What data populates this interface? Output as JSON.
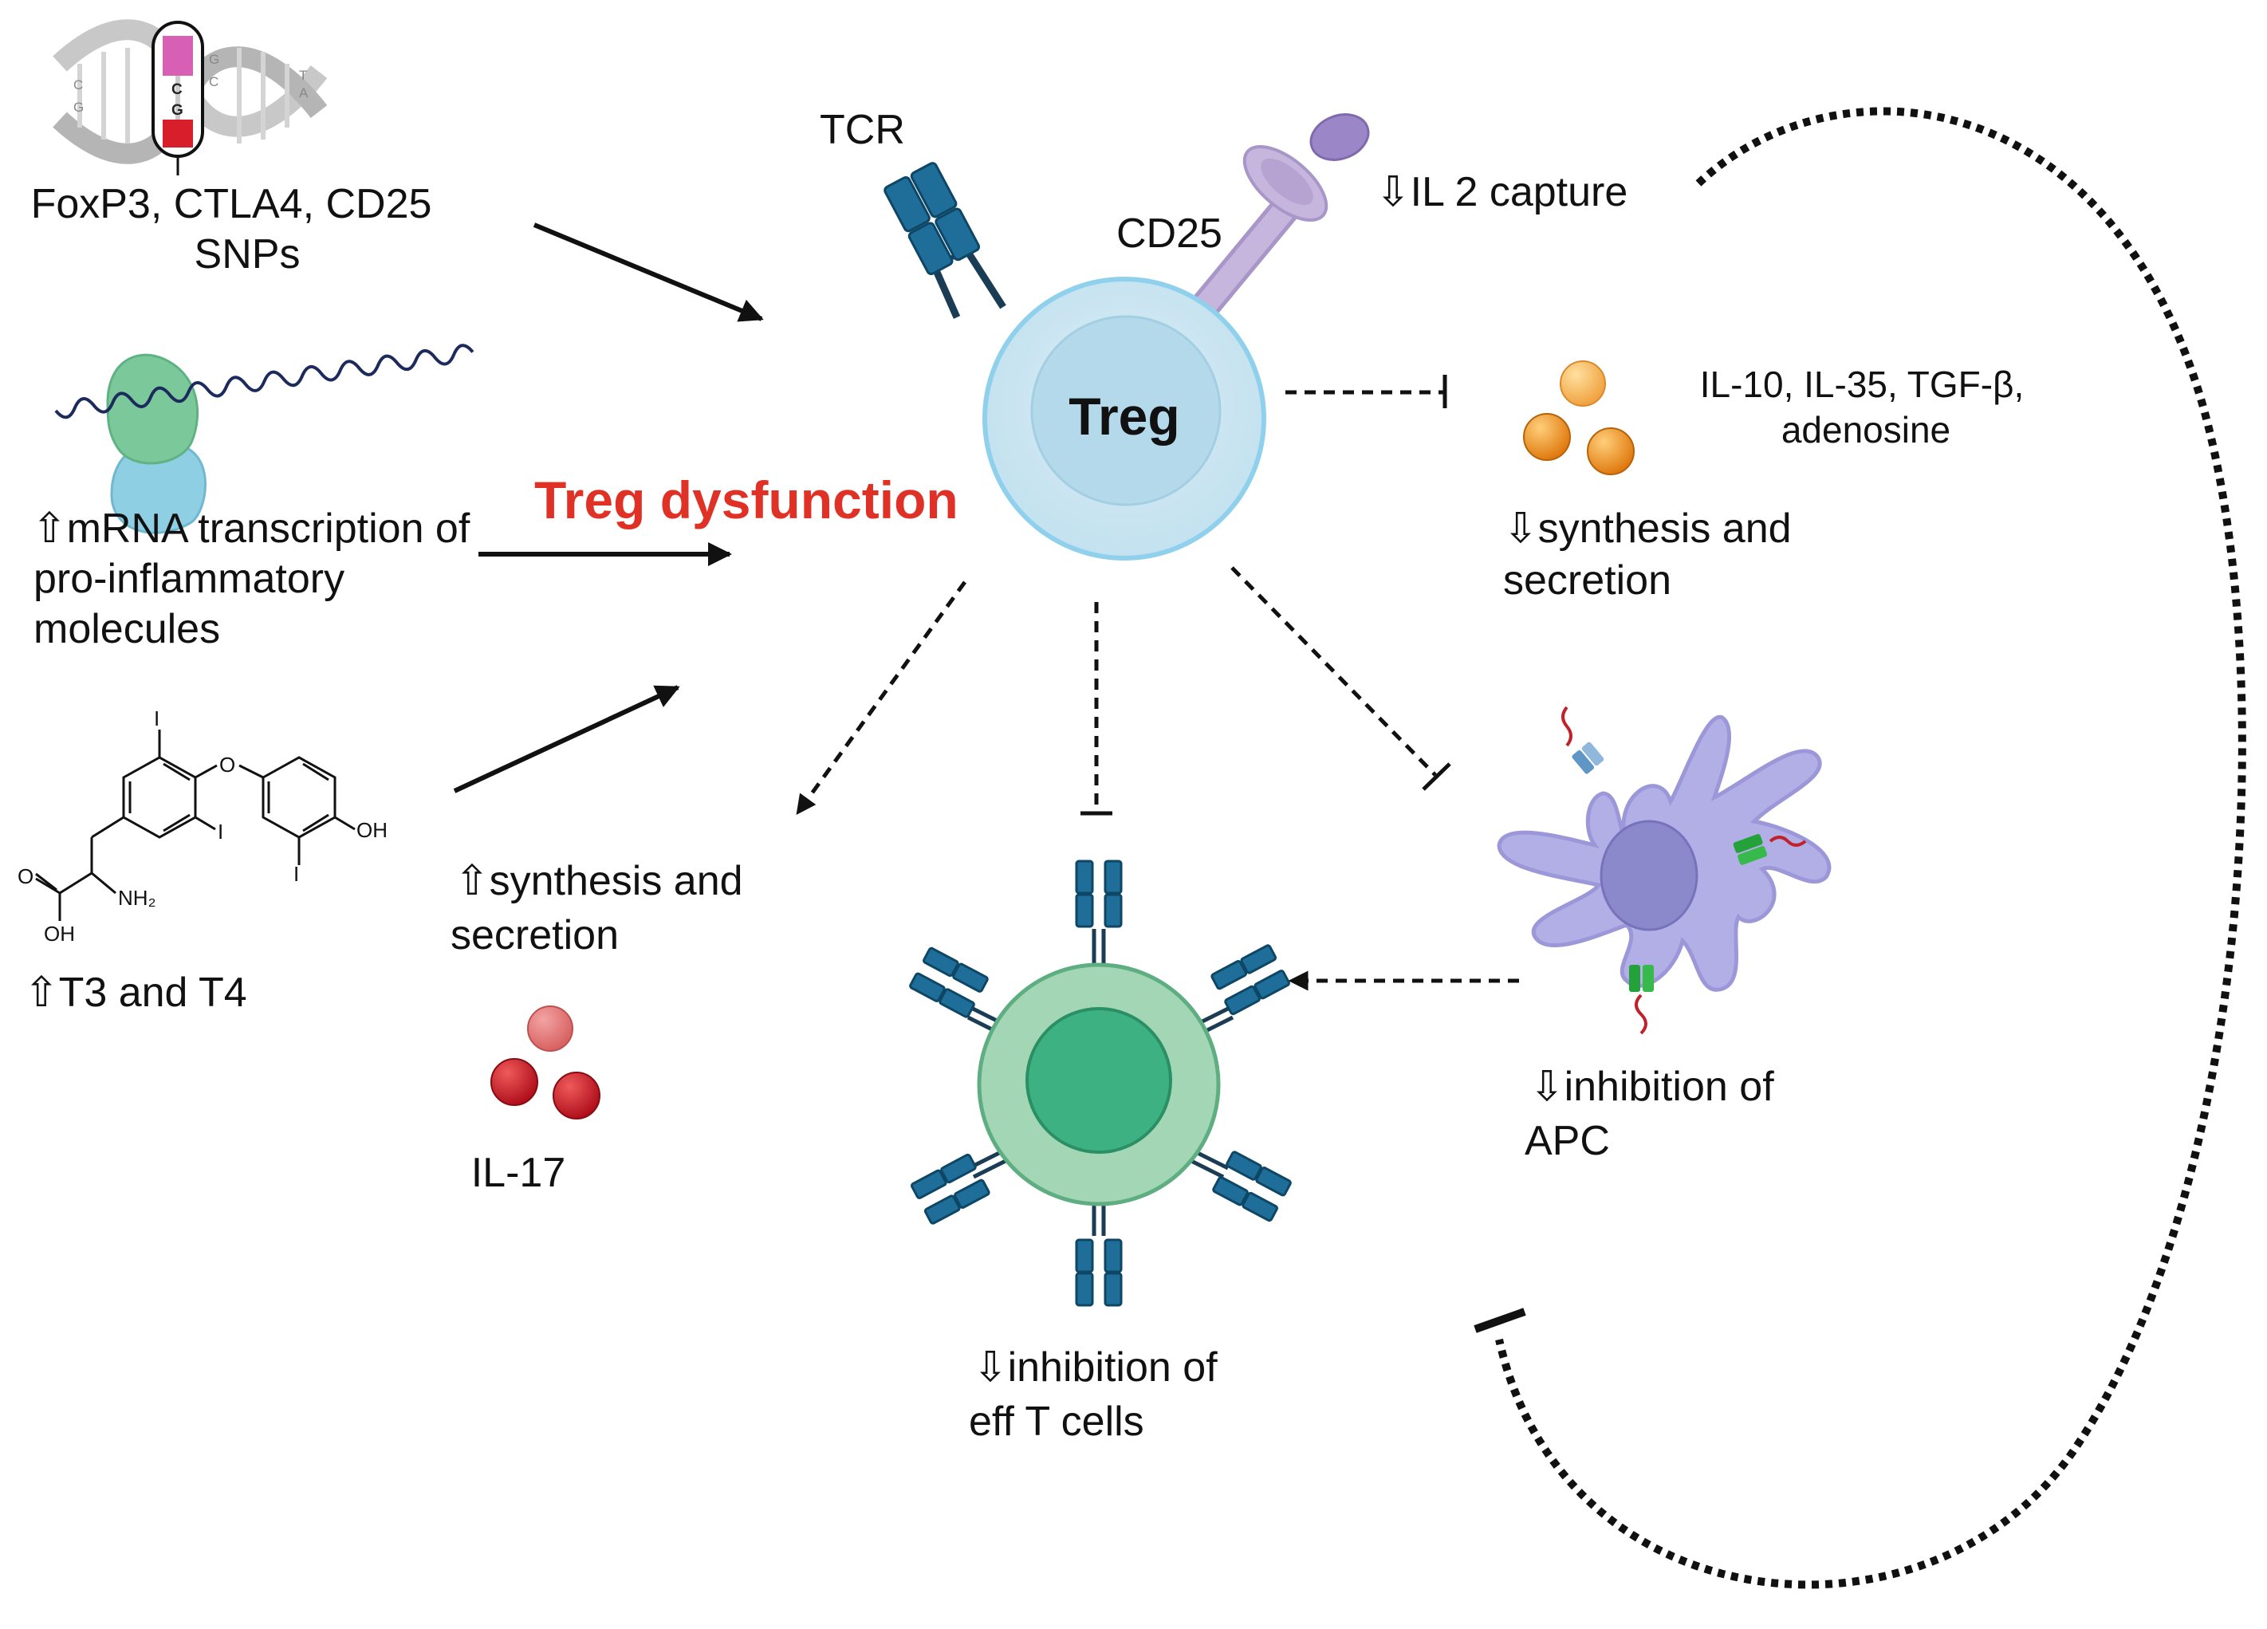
{
  "labels": {
    "snps_line1": "FoxP3, CTLA4, CD25",
    "snps_line2": "SNPs",
    "mrna_line1": "⇧mRNA transcription of",
    "mrna_line2": "pro-inflammatory",
    "mrna_line3": "molecules",
    "t3t4": "⇧T3 and T4",
    "treg_dysfunction": "Treg dysfunction",
    "tcr": "TCR",
    "cd25": "CD25",
    "treg": "Treg",
    "il2_capture": "⇩IL 2 capture",
    "cytokines_line1": "IL-10, IL-35, TGF-β,",
    "cytokines_line2": "adenosine",
    "down_synth_line1": "⇩synthesis and",
    "down_synth_line2": "secretion",
    "up_synth_line1": "⇧synthesis and",
    "up_synth_line2": "secretion",
    "il17": "IL-17",
    "inh_eff_line1": "⇩inhibition of",
    "inh_eff_line2": "eff T cells",
    "inh_apc_line1": "⇩inhibition of",
    "inh_apc_line2": "APC"
  },
  "dna_letters": [
    "C",
    "G",
    "G",
    "C",
    "C",
    "G",
    "T",
    "A"
  ],
  "molecule_labels": [
    "I",
    "I",
    "I",
    "O",
    "OH",
    "O",
    "OH",
    "NH₂"
  ],
  "colors": {
    "text": "#111111",
    "dysfunction_red": "#e03127",
    "treg_cell": "#cfe6f1",
    "treg_nucleus": "#a9d3e6",
    "treg_border": "#8fd0ec",
    "eff_cell": "#9fd4b3",
    "eff_nucleus": "#3db181",
    "receptor_blue": "#1f6e99",
    "apc_body": "#b1afe6",
    "apc_nucleus": "#8c88cc",
    "cd25_purple": "#c3b3db",
    "il2_purple": "#9b86c8",
    "orange": "#e8881a",
    "il17_red": "#c11a26",
    "green_receptor": "#23a23a",
    "dna_gray": "#bdbdbd",
    "dna_pink": "#d75fb4"
  },
  "icons": [
    "dna-snp-icon",
    "ribosome-mrna-icon",
    "thyroid-hormone-structure-icon",
    "tcr-receptor-icon",
    "cd25-receptor-icon",
    "il2-ligand-icon",
    "cytokine-dots-icon",
    "il17-dots-icon",
    "effector-t-cell-icon",
    "apc-dendritic-cell-icon"
  ]
}
